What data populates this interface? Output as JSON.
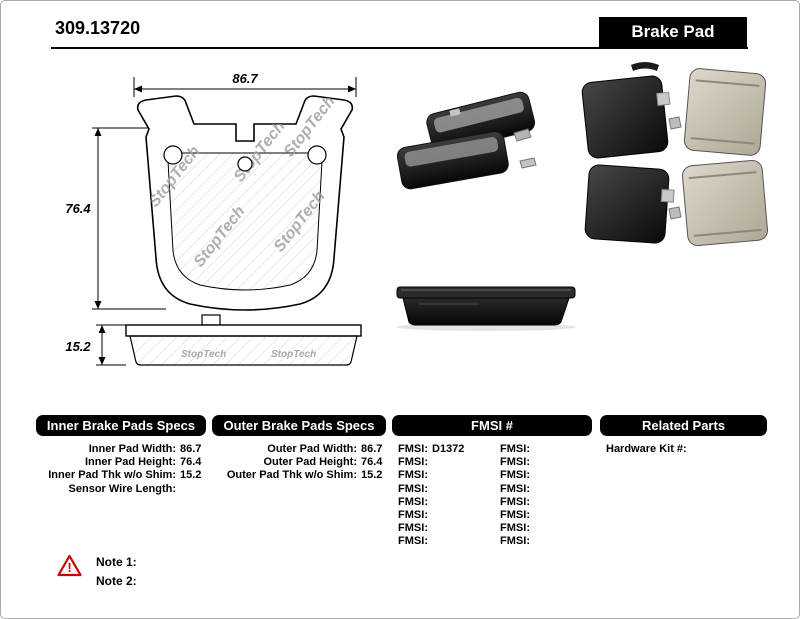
{
  "header": {
    "part_number": "309.13720",
    "product_type": "Brake Pad"
  },
  "diagram": {
    "width_dim": "86.7",
    "height_dim": "76.4",
    "thickness_dim": "15.2",
    "watermark": "StopTech"
  },
  "specs": {
    "inner": {
      "title": "Inner Brake Pads Specs",
      "rows": [
        {
          "label": "Inner Pad Width:",
          "value": "86.7"
        },
        {
          "label": "Inner Pad Height:",
          "value": "76.4"
        },
        {
          "label": "Inner Pad Thk w/o Shim:",
          "value": "15.2"
        },
        {
          "label": "Sensor Wire Length:",
          "value": ""
        }
      ]
    },
    "outer": {
      "title": "Outer Brake Pads Specs",
      "rows": [
        {
          "label": "Outer Pad Width:",
          "value": "86.7"
        },
        {
          "label": "Outer Pad Height:",
          "value": "76.4"
        },
        {
          "label": "Outer Pad Thk w/o Shim:",
          "value": "15.2"
        }
      ]
    },
    "fmsi": {
      "title": "FMSI #",
      "rows": [
        {
          "left_label": "FMSI:",
          "left_value": "D1372",
          "right_label": "FMSI:",
          "right_value": ""
        },
        {
          "left_label": "FMSI:",
          "left_value": "",
          "right_label": "FMSI:",
          "right_value": ""
        },
        {
          "left_label": "FMSI:",
          "left_value": "",
          "right_label": "FMSI:",
          "right_value": ""
        },
        {
          "left_label": "FMSI:",
          "left_value": "",
          "right_label": "FMSI:",
          "right_value": ""
        },
        {
          "left_label": "FMSI:",
          "left_value": "",
          "right_label": "FMSI:",
          "right_value": ""
        },
        {
          "left_label": "FMSI:",
          "left_value": "",
          "right_label": "FMSI:",
          "right_value": ""
        },
        {
          "left_label": "FMSI:",
          "left_value": "",
          "right_label": "FMSI:",
          "right_value": ""
        },
        {
          "left_label": "FMSI:",
          "left_value": "",
          "right_label": "FMSI:",
          "right_value": ""
        }
      ]
    },
    "related": {
      "title": "Related Parts",
      "rows": [
        {
          "label": "Hardware Kit #:",
          "value": ""
        }
      ]
    }
  },
  "notes": {
    "warning_glyph": "!",
    "note1": "Note 1:",
    "note2": "Note 2:"
  }
}
